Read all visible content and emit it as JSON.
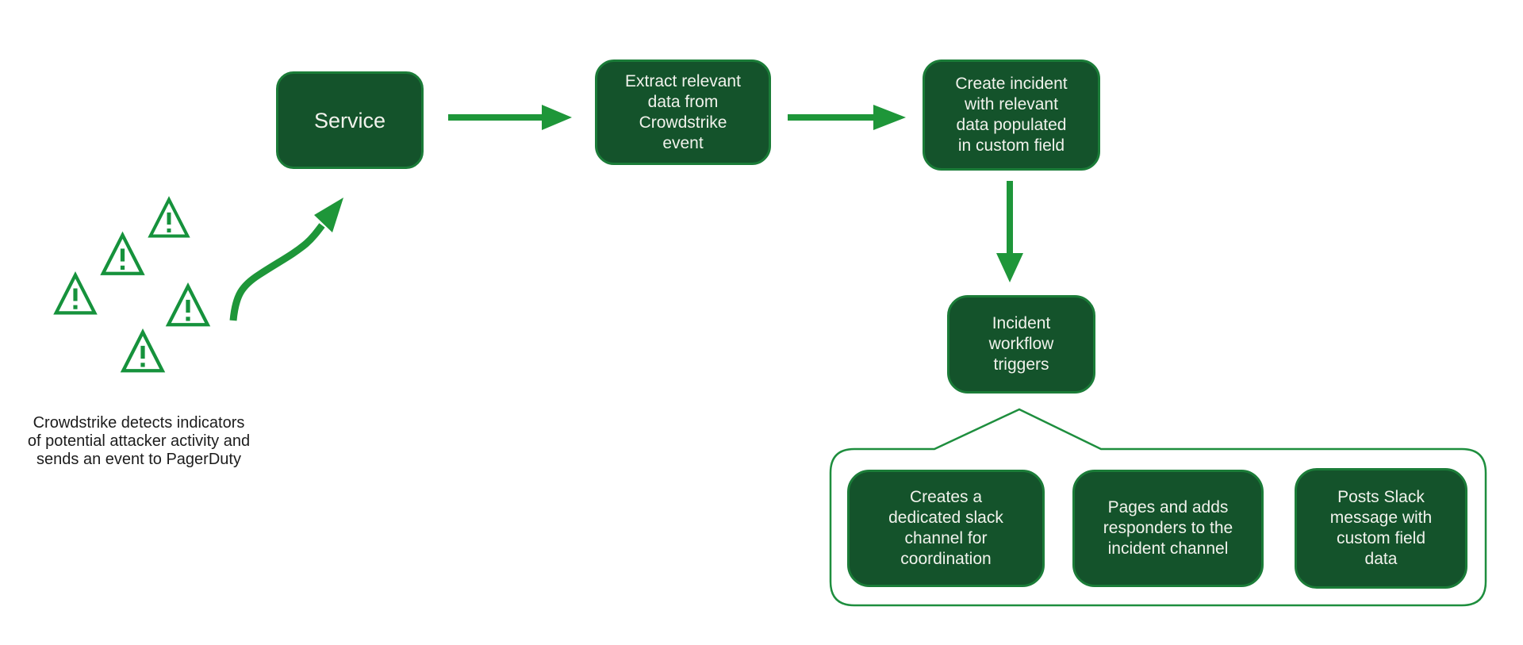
{
  "title": "Crowdstrike to PagerDuty incident automation flow",
  "colors": {
    "background": "#FFFFFF",
    "node_fill": "#14532B",
    "node_border": "#1B7C38",
    "arrow_green": "#1E9639",
    "container_stroke": "#1E8E3E",
    "warning_stroke": "#16923C",
    "node_text": "#F1F2EC",
    "caption_text": "#1C1C1C"
  },
  "flow": {
    "service": {
      "label": "Service"
    },
    "extract": {
      "label": "Extract relevant\ndata from\nCrowdstrike\nevent"
    },
    "create_incident": {
      "label": "Create incident\nwith relevant\ndata populated\nin custom field"
    },
    "workflow_triggers": {
      "label": "Incident\nworkflow\ntriggers"
    }
  },
  "workflow_actions": [
    {
      "label": "Creates a\ndedicated slack\nchannel for\ncoordination"
    },
    {
      "label": "Pages and adds\nresponders to the\nincident channel"
    },
    {
      "label": "Posts Slack\nmessage with\ncustom field\ndata"
    }
  ],
  "caption": {
    "text": "Crowdstrike detects indicators\nof potential attacker activity and\nsends an event to PagerDuty"
  },
  "events_cluster": {
    "icon": "warning-triangle-icon",
    "count": 5
  },
  "arrows": [
    {
      "name": "service-to-extract",
      "direction": "right"
    },
    {
      "name": "extract-to-create",
      "direction": "right"
    },
    {
      "name": "create-to-triggers",
      "direction": "down"
    },
    {
      "name": "events-to-service",
      "direction": "curved-up-right"
    }
  ]
}
